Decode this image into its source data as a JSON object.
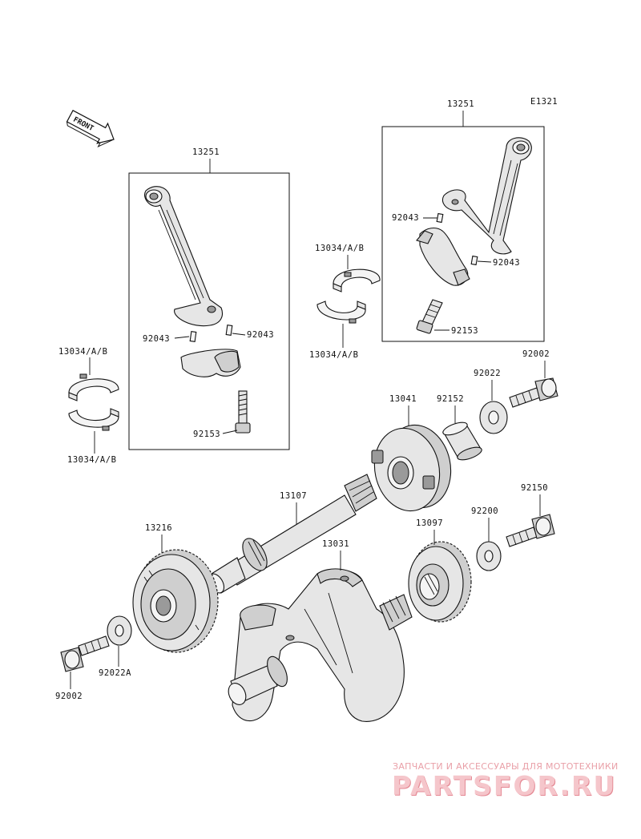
{
  "diagram_code": "E1321",
  "front_label": "FRONT",
  "labels": {
    "rod_left_assy": "13251",
    "rod_right_assy": "13251",
    "bearing_far_left_top": "13034/A/B",
    "bearing_far_left_bottom": "13034/A/B",
    "bearing_center_top": "13034/A/B",
    "bearing_center_bottom": "13034/A/B",
    "pin_left_a": "92043",
    "pin_left_b": "92043",
    "pin_right_a": "92043",
    "pin_right_b": "92043",
    "bolt_left": "92153",
    "bolt_right": "92153",
    "bolt_top_right": "92002",
    "washer_top_right": "92022",
    "sleeve": "92152",
    "clutch_housing": "13041",
    "shaft": "13107",
    "gear_left": "13216",
    "crankshaft": "13031",
    "gear_right": "13097",
    "washer_mid_right": "92200",
    "bolt_mid_right": "92150",
    "bolt_bottom_left": "92002",
    "washer_bottom_left": "92022A"
  },
  "watermark": {
    "tagline": "ЗАПЧАСТИ И АКСЕССУАРЫ ДЛЯ МОТОТЕХНИКИ",
    "brand": "PARTSFOR.RU"
  }
}
